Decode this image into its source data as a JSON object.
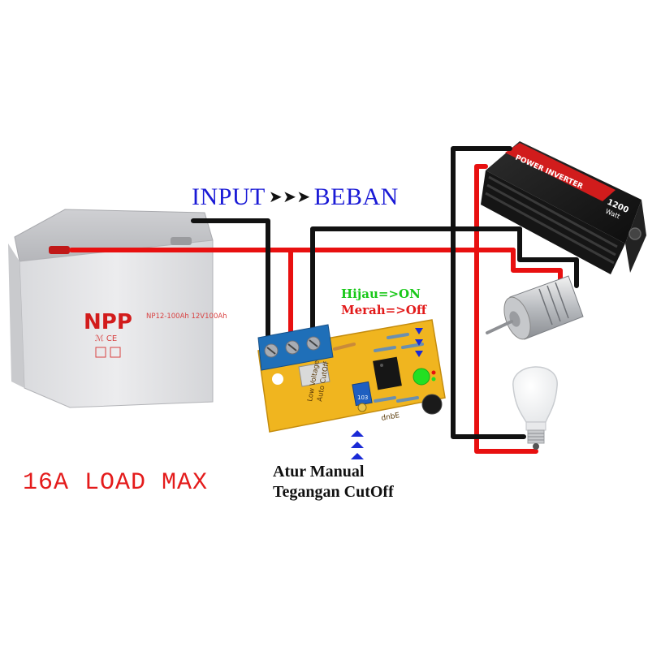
{
  "labels": {
    "input": "INPUT",
    "arrows": "➤➤➤",
    "beban": "BEBAN",
    "hijau_on": "Hijau=>ON",
    "merah_off": "Merah=>Off",
    "atur_line1": "Atur Manual",
    "atur_line2": "Tegangan CutOff",
    "load_max": "16A LOAD MAX"
  },
  "battery": {
    "brand": "NPP",
    "model": "NP12-100Ah  12V100Ah"
  },
  "inverter": {
    "title": "POWER INVERTER",
    "rating": "1200",
    "unit": "Watt"
  },
  "board": {
    "silk_line1": "Low Voltage",
    "silk_line2": "Auto CutOff",
    "pot_code": "103"
  },
  "colors": {
    "wire_positive": "#e81010",
    "wire_negative": "#111111",
    "label_blue": "#1a1ad6",
    "led_green": "#22e022",
    "label_red": "#e21a1a",
    "pcb": "#f0b51f",
    "terminal": "#1f6fb8",
    "battery_body": "#e6e6e8",
    "inverter_body": "#1b1b1b"
  }
}
